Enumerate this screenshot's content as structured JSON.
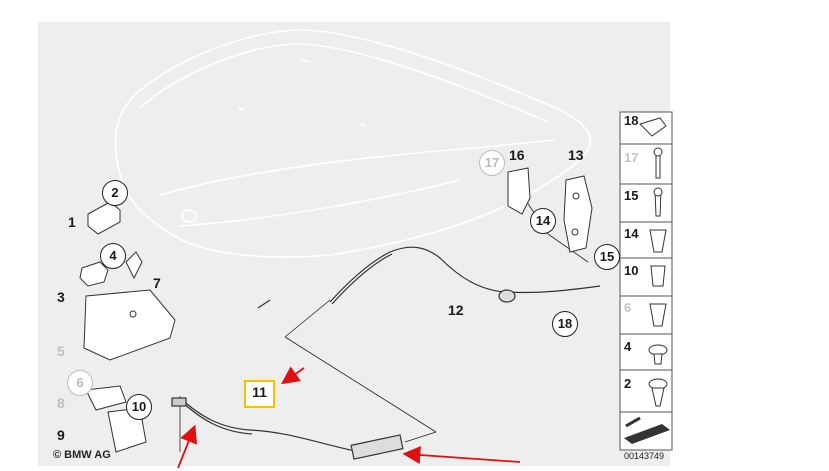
{
  "diagram": {
    "copyright": "© BMW AG",
    "diagram_id": "00143749",
    "highlighted_part": "11",
    "callouts": {
      "p1": "1",
      "p2": "2",
      "p3": "3",
      "p4": "4",
      "p5": "5",
      "p6": "6",
      "p7": "7",
      "p8": "8",
      "p9": "9",
      "p10": "10",
      "p11": "11",
      "p12": "12",
      "p13": "13",
      "p14": "14",
      "p15": "15",
      "p16": "16",
      "p17": "17",
      "p18": "18"
    },
    "legend": [
      "18",
      "17",
      "15",
      "14",
      "10",
      "6",
      "4",
      "2"
    ]
  },
  "colors": {
    "highlight": "#f2c400",
    "arrow": "#e01010",
    "muted": "#bdbdbd",
    "background_panel": "#eeeeee"
  }
}
